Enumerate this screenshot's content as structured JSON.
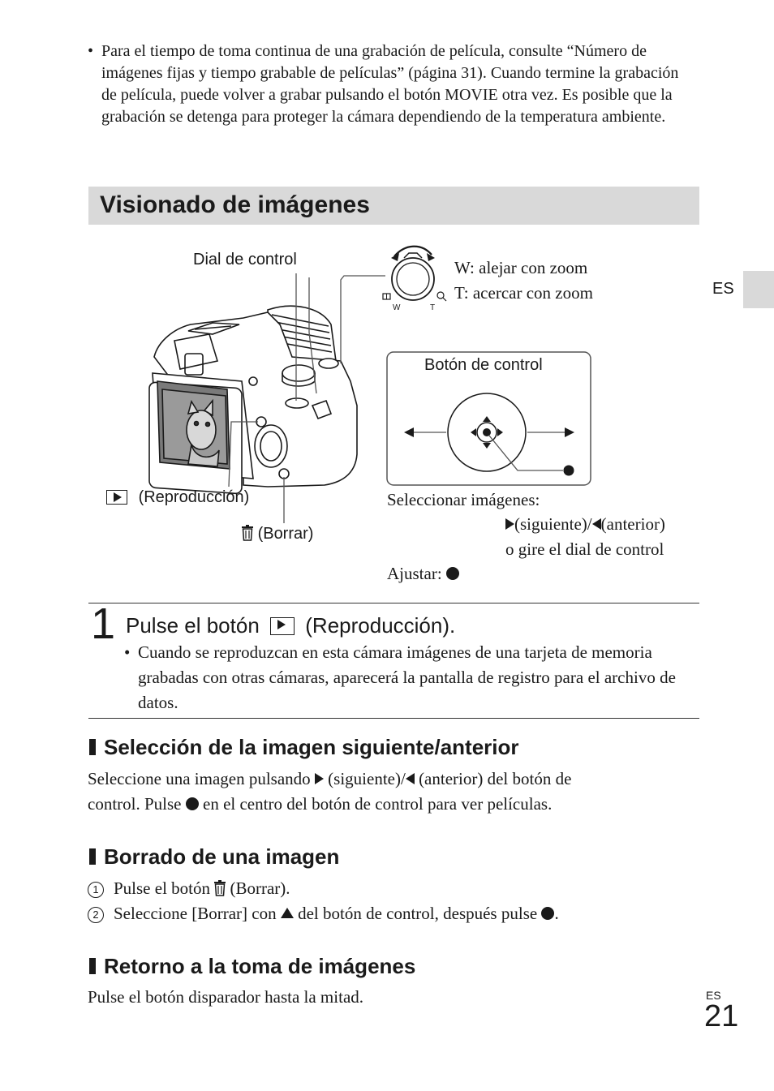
{
  "intro": {
    "bullet": "•",
    "text": "Para el tiempo de toma continua de una grabación de película, consulte “Número de imágenes fijas y tiempo grabable de películas” (página 31). Cuando termine la grabación de película, puede volver a grabar pulsando el botón MOVIE otra vez. Es posible que la grabación se detenga para proteger la cámara dependiendo de la temperatura ambiente."
  },
  "section": {
    "title": "Visionado de imágenes"
  },
  "side_tab": {
    "label": "ES"
  },
  "diagram": {
    "control_dial_label": "Dial de control",
    "zoom_w": "W: alejar con zoom",
    "zoom_t": "T: acercar con zoom",
    "zoom_lever_w": "W",
    "zoom_lever_t": "T",
    "control_button_label": "Botón de control",
    "playback_label": "(Reproducción)",
    "delete_label": "(Borrar)",
    "select_images_label": "Seleccionar imágenes:",
    "next_label": "(siguiente)/",
    "prev_label": "(anterior)",
    "or_dial": "o gire el dial de control",
    "set_label": "Ajustar:"
  },
  "step1": {
    "number": "1",
    "title_before": "Pulse el botón",
    "title_after": "(Reproducción).",
    "note_bullet": "•",
    "note": "Cuando se reproduzcan en esta cámara imágenes de una tarjeta de memoria grabadas con otras cámaras, aparecerá la pantalla de registro para el archivo de datos."
  },
  "sub_select": {
    "title": "Selección de la imagen siguiente/anterior",
    "p1_a": "Seleccione una imagen pulsando",
    "p1_b": "(siguiente)/",
    "p1_c": "(anterior) del botón de",
    "p2_a": "control. Pulse",
    "p2_b": "en el centro del botón de control para ver películas."
  },
  "sub_delete": {
    "title": "Borrado de una imagen",
    "step1_num": "1",
    "step1_a": "Pulse el botón",
    "step1_b": "(Borrar).",
    "step2_num": "2",
    "step2_a": "Seleccione [Borrar] con",
    "step2_b": "del botón de control, después pulse",
    "step2_c": "."
  },
  "sub_return": {
    "title": "Retorno a la toma de imágenes",
    "text": "Pulse el botón disparador hasta la mitad."
  },
  "footer": {
    "lang": "ES",
    "page": "21"
  }
}
